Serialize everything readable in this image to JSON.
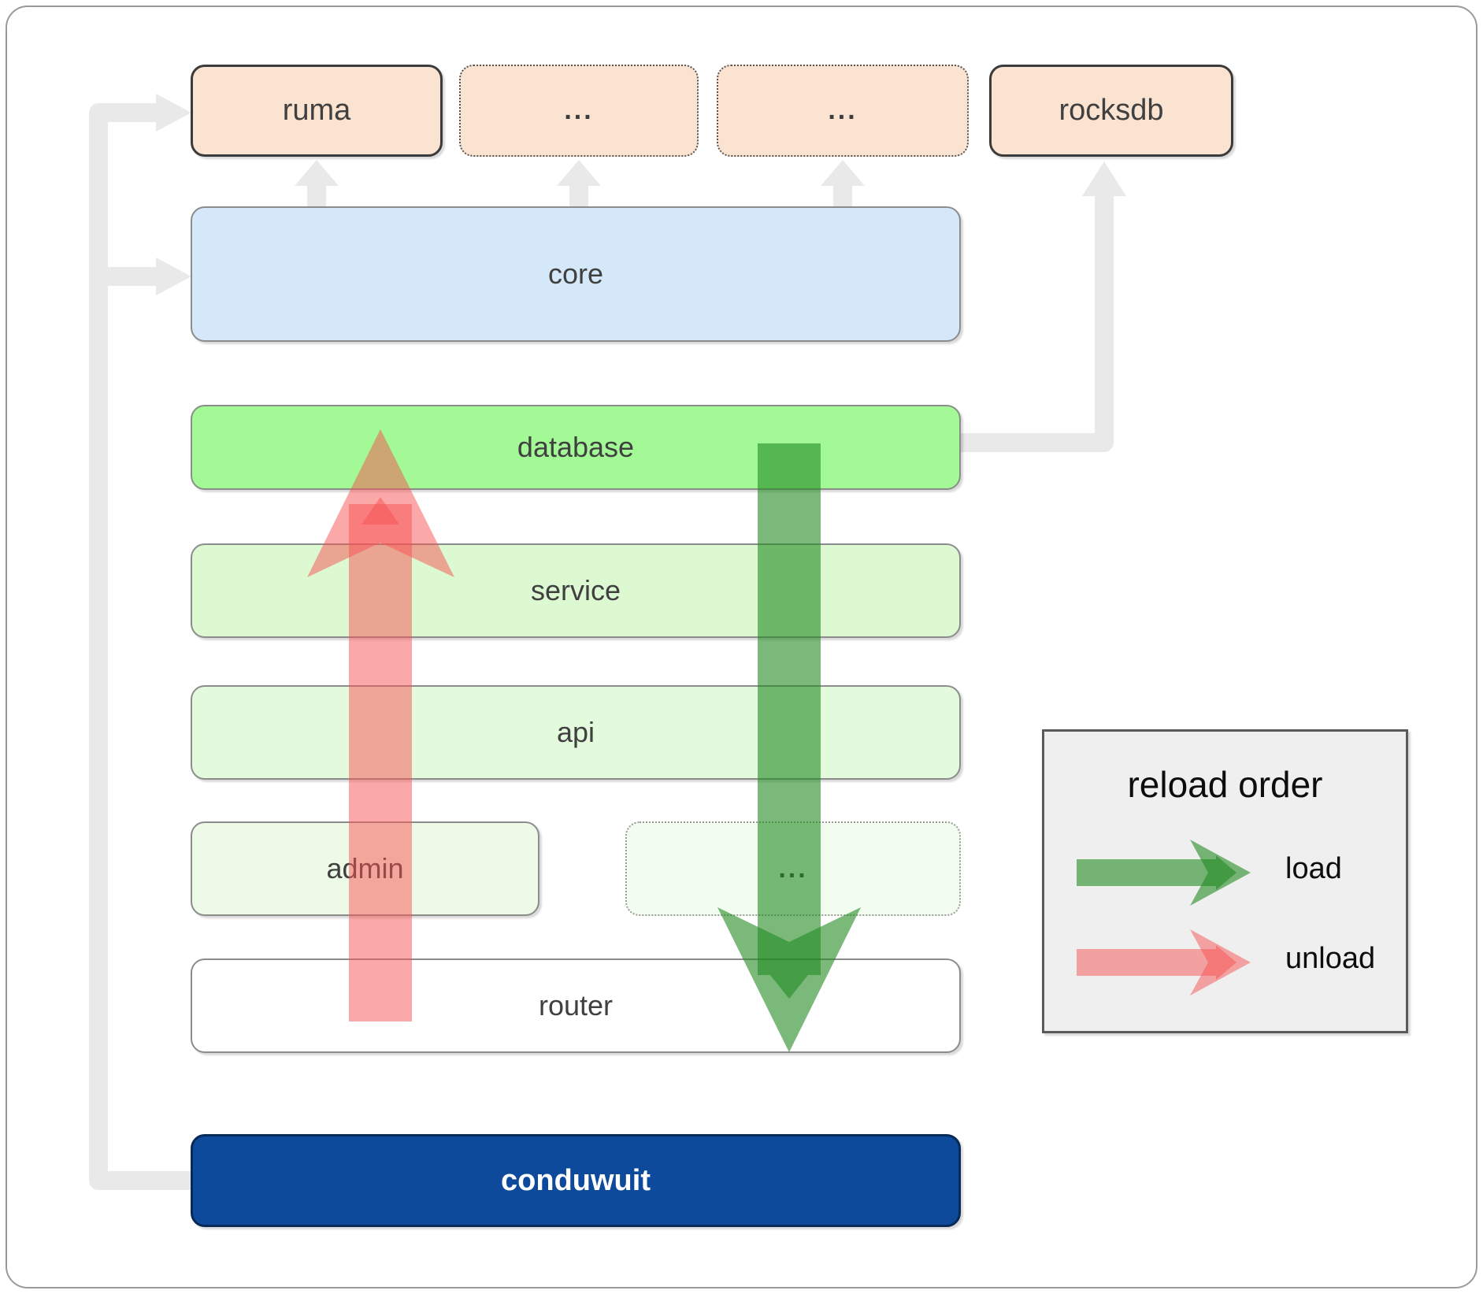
{
  "boxes": {
    "ruma": "ruma",
    "crate1": "...",
    "crate2": "...",
    "rocksdb": "rocksdb",
    "core": "core",
    "database": "database",
    "service": "service",
    "api": "api",
    "admin": "admin",
    "crate3": "...",
    "router": "router",
    "conduwuit": "conduwuit"
  },
  "legend": {
    "title": "reload order",
    "load_label": "load",
    "unload_label": "unload"
  },
  "colors": {
    "load_arrow_green": "#228B22",
    "unload_arrow_red": "#F75252",
    "connector_gray": "#E9E9E9",
    "peach_fill": "#FBE3D1",
    "core_fill": "#D5E8FA",
    "database_fill": "#A3F995",
    "service_fill": "#DCF9D2",
    "api_fill": "#E3FBDC",
    "admin_fill": "#ECFAE7",
    "conduwuit_fill": "#0E4A9B",
    "legend_bg": "#EFEFEF"
  }
}
